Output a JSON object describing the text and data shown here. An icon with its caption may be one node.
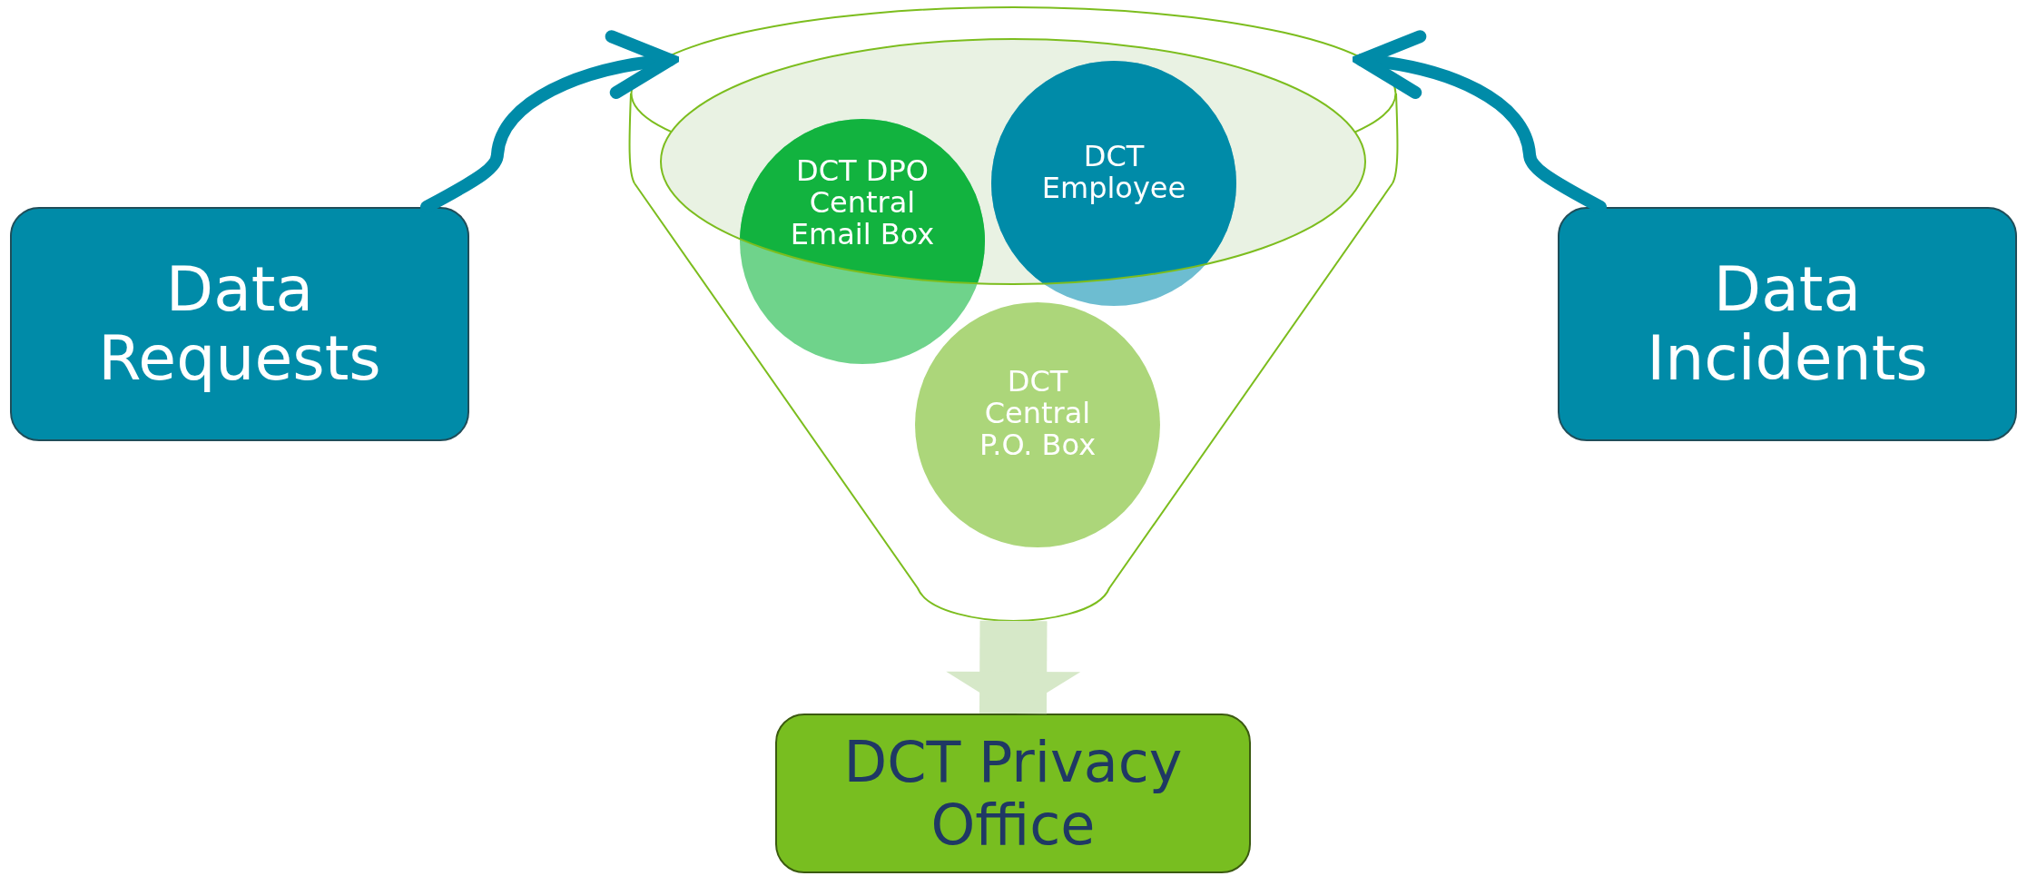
{
  "diagram": {
    "nodes": [
      {
        "text": [
          "Data Requests"
        ]
      },
      {
        "text": [],
        "shape": "funnel"
      },
      {
        "text": [
          "DCT DPO Central Email Box"
        ],
        "in": 1
      },
      {
        "text": [
          "DCT Employee"
        ],
        "in": 1
      },
      {
        "text": [
          "DCT Central P.O. Box"
        ],
        "in": 1
      },
      {
        "text": [
          "Data Incidents"
        ]
      },
      {
        "text": [
          "DCT Privacy Office"
        ]
      }
    ],
    "edges": [
      {
        "from": 0,
        "to": 1,
        "arrow": "to"
      },
      {
        "from": 5,
        "to": 1,
        "arrow": "to"
      },
      {
        "from": 1,
        "to": 6,
        "arrow": "to",
        "style": "thick",
        "color": "#d6e8c8"
      }
    ]
  }
}
